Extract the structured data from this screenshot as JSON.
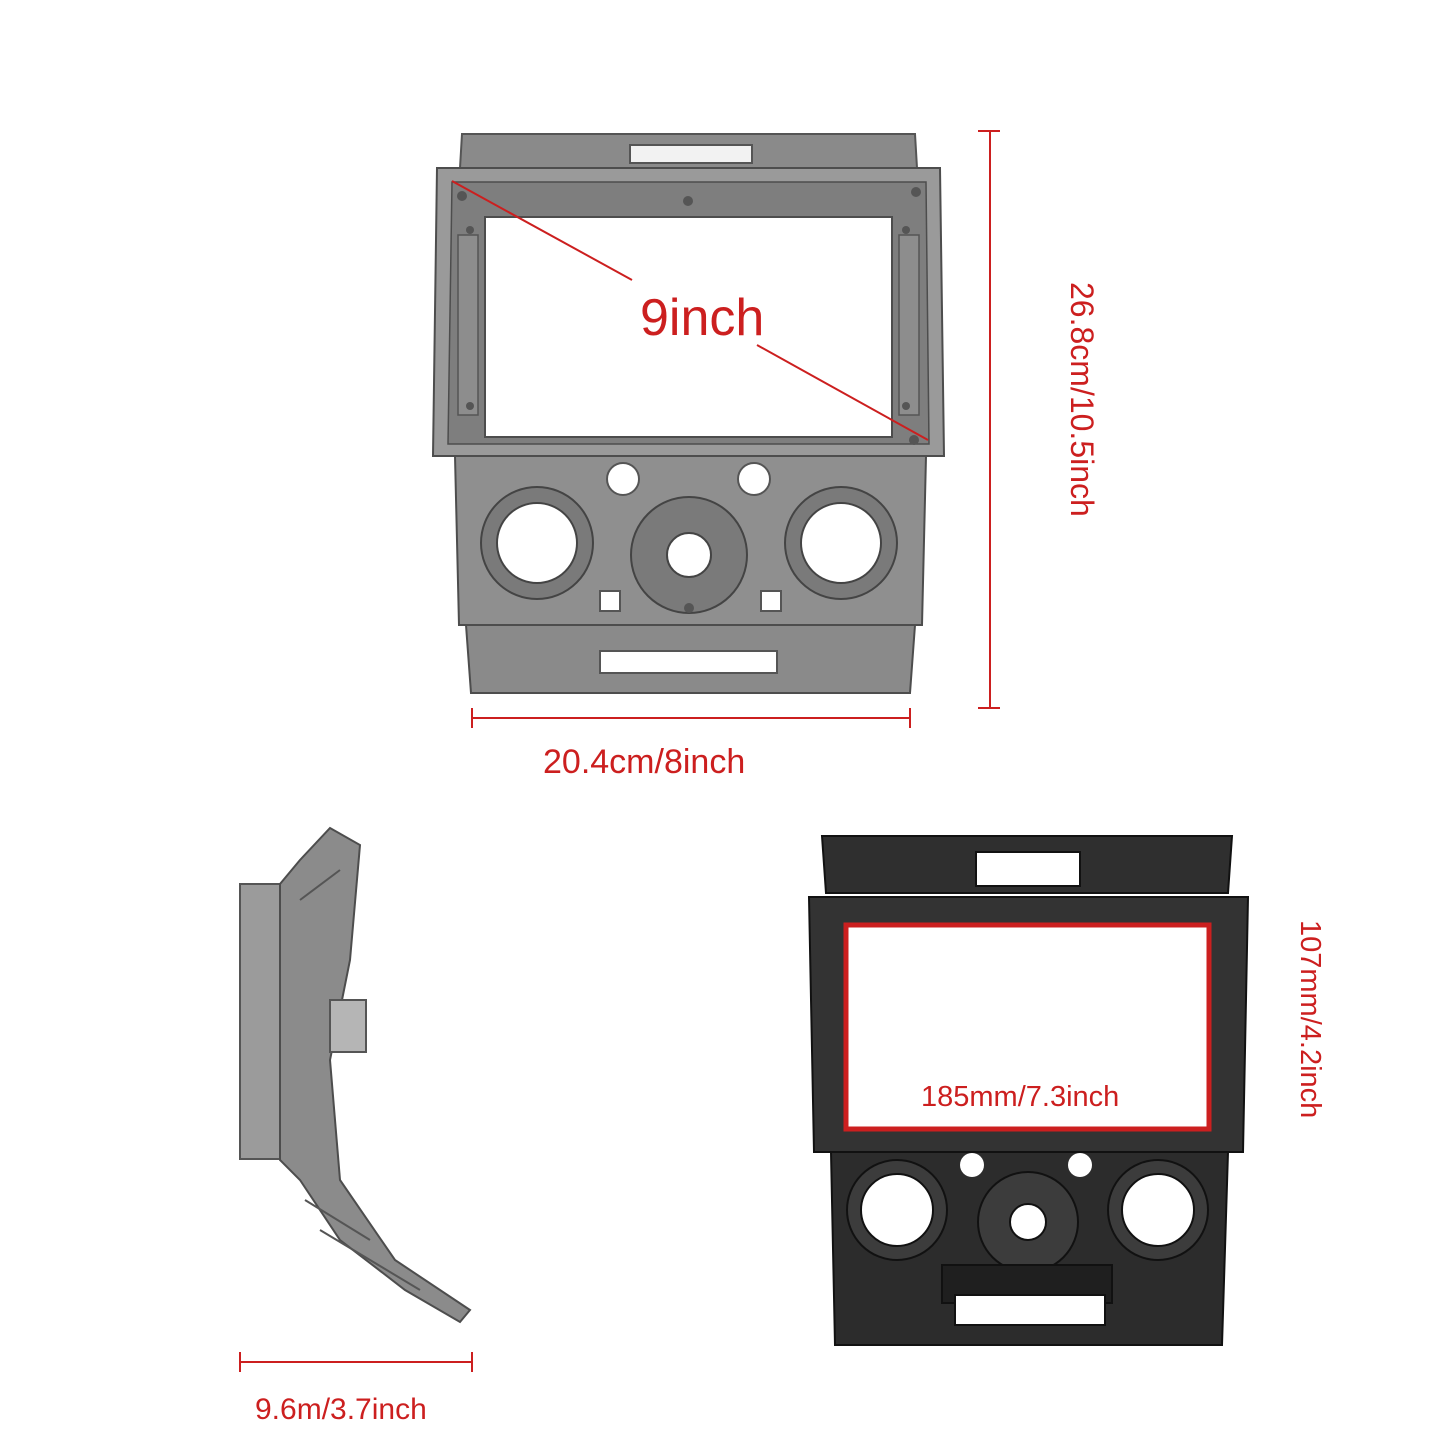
{
  "labels": {
    "screen_size": "9inch",
    "front_width": "20.4cm/8inch",
    "front_height": "26.8cm/10.5inch",
    "side_depth": "9.6m/3.7inch",
    "inner_width": "185mm/7.3inch",
    "inner_height": "107mm/4.2inch"
  },
  "colors": {
    "dimension_red": "#cc1f1f",
    "panel_gray": "#8c8c8c",
    "panel_black": "#2a2a2a"
  }
}
